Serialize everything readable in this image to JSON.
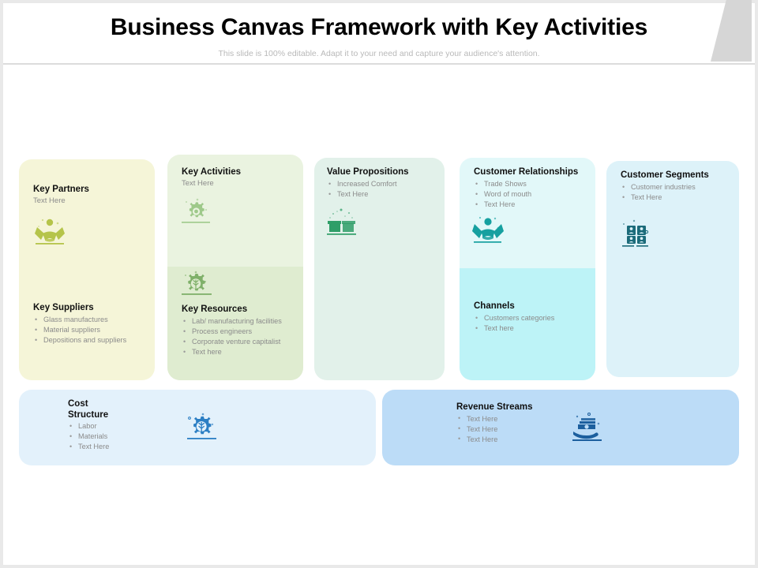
{
  "header": {
    "title": "Business Canvas Framework with Key Activities",
    "subtitle": "This slide is 100% editable. Adapt it to your need and capture your audience's attention."
  },
  "colors": {
    "key_partners_bg": "#f5f5d8",
    "key_activities_bg": "#eaf3e0",
    "key_resources_bg": "#dfecd0",
    "value_propositions_bg": "#e2f1ea",
    "customer_relationships_bg": "#e2f8f9",
    "channels_bg": "#bdf3f7",
    "customer_segments_bg": "#ddf2f9",
    "cost_structure_bg": "#e3f1fb",
    "revenue_streams_bg": "#bcdcf7",
    "title_color": "#000000",
    "subtitle_color": "#b9b9b9",
    "corner_accent": "#d6d6d6",
    "icon_olive": "#b5c44a",
    "icon_green": "#7fb069",
    "icon_deep_green": "#2f9e68",
    "icon_teal": "#16a0a0",
    "icon_dark_teal": "#1b6b7a",
    "icon_blue": "#2c7fc4",
    "icon_deep_blue": "#1c5f9e"
  },
  "canvas": {
    "key_partners": {
      "title": "Key Partners",
      "subtitle": "Text Here",
      "icon": "handshake-partners-icon",
      "secondary": {
        "title": "Key Suppliers",
        "bullets": [
          "Glass manufactures",
          "Material suppliers",
          "Depositions and suppliers"
        ]
      }
    },
    "key_activities": {
      "title": "Key Activities",
      "subtitle": "Text Here",
      "icon": "gear-activities-icon",
      "secondary": {
        "title": "Key Resources",
        "icon": "gear-resources-icon",
        "bullets": [
          "Lab/ manufacturing facilities",
          "Process engineers",
          "Corporate venture capitalist",
          "Text here"
        ]
      }
    },
    "value_propositions": {
      "title": "Value Propositions",
      "icon": "open-gift-box-icon",
      "bullets": [
        "Increased Comfort",
        "Text Here"
      ]
    },
    "customer_relationships": {
      "title": "Customer Relationships",
      "icon": "handshake-relationship-icon",
      "bullets": [
        "Trade Shows",
        "Word of mouth",
        "Text Here"
      ],
      "secondary": {
        "title": "Channels",
        "bullets": [
          "Customers categories",
          "Text here"
        ]
      }
    },
    "customer_segments": {
      "title": "Customer Segments",
      "icon": "people-grid-segments-icon",
      "bullets": [
        "Customer industries",
        "Text Here"
      ]
    }
  },
  "bottom": {
    "cost_structure": {
      "title_line1": "Cost",
      "title_line2": "Structure",
      "icon": "gear-cost-icon",
      "bullets": [
        "Labor",
        "Materials",
        "Text Here"
      ]
    },
    "revenue_streams": {
      "title": "Revenue Streams",
      "icon": "money-hand-revenue-icon",
      "bullets": [
        "Text Here",
        "Text Here",
        "Text Here"
      ]
    }
  }
}
